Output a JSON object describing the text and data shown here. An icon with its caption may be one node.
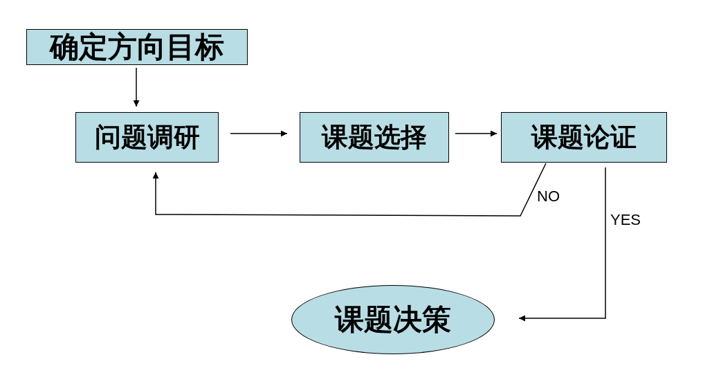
{
  "diagram": {
    "nodes": [
      {
        "text": [
          "确定方向目标"
        ]
      },
      {
        "text": [
          "问题调研"
        ]
      },
      {
        "text": [
          "课题选择"
        ]
      },
      {
        "text": [
          "课题论证"
        ]
      },
      {
        "text": [
          "课题决策"
        ]
      }
    ],
    "edges": [
      {
        "from": 0,
        "to": 1,
        "arrow": "to"
      },
      {
        "from": 1,
        "to": 2,
        "arrow": "to"
      },
      {
        "from": 2,
        "to": 3,
        "arrow": "to"
      },
      {
        "from": 3,
        "to": 1,
        "arrow": "to",
        "label": "NO"
      },
      {
        "from": 3,
        "to": 4,
        "arrow": "to",
        "label": "YES"
      }
    ]
  }
}
